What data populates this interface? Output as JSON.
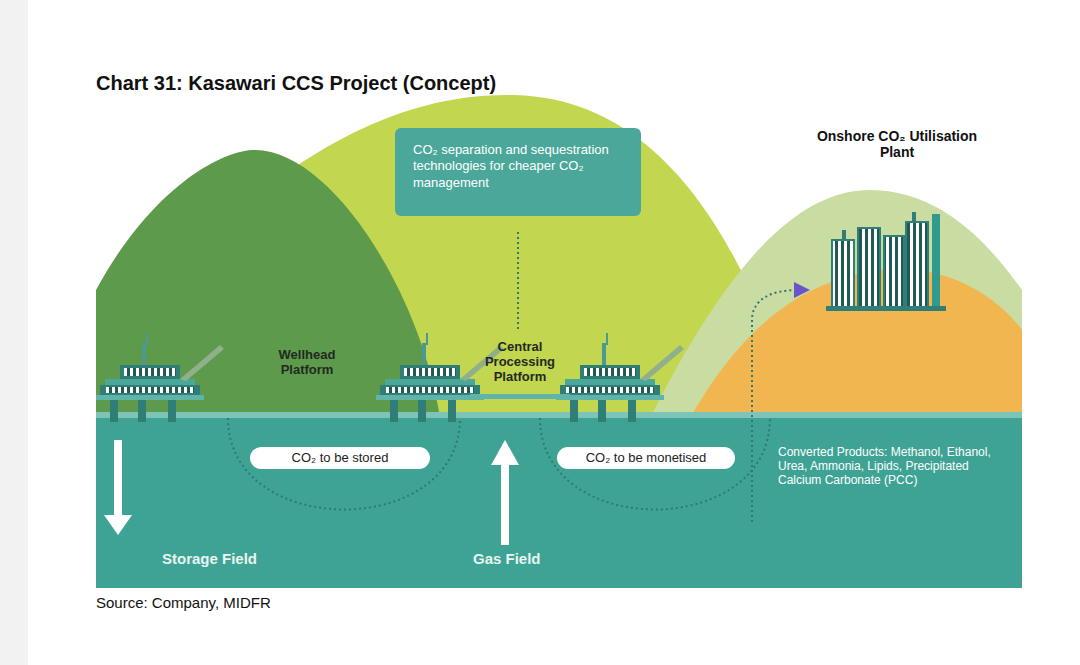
{
  "diagram": {
    "title": "Chart 31: Kasawari CCS Project (Concept)",
    "nodes": [
      {
        "text": [
          "CO₂ separation and sequestration technologies for cheaper CO₂ management"
        ]
      },
      {
        "text": [
          "CO₂ to be stored"
        ]
      },
      {
        "text": [
          "CO₂ to be monetised"
        ]
      }
    ],
    "labels": [
      "Onshore CO₂ Utilisation Plant",
      "Wellhead Platform",
      "Central Processing Platform",
      "Converted Products: Methanol, Ethanol, Urea, Ammonia, Lipids, Precipitated Calcium Carbonate (PCC)",
      "Storage Field",
      "Gas Field",
      "Source: Company, MIDFR"
    ]
  }
}
